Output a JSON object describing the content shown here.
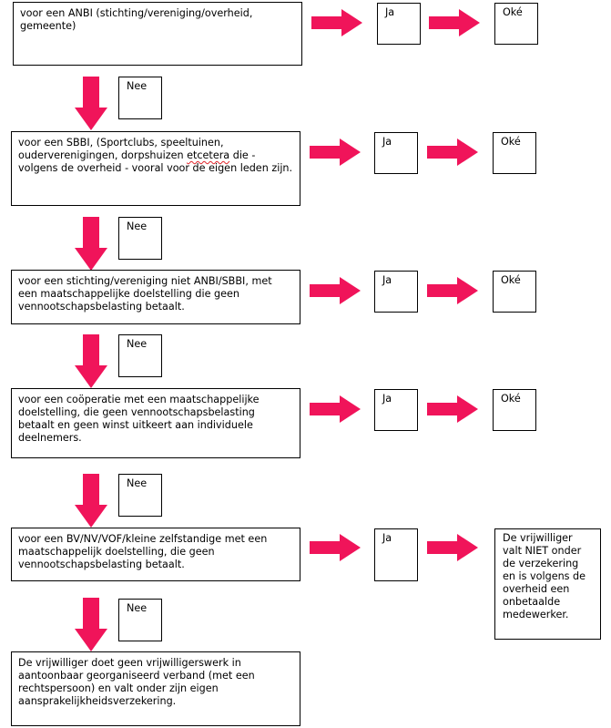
{
  "steps": [
    {
      "question_parts": [
        {
          "t": "voor een ANBI (stichting/vereniging/overheid, gemeente)"
        }
      ],
      "yes_label": "Ja",
      "result": "Oké",
      "no_label": "Nee"
    },
    {
      "question_parts": [
        {
          "t": "voor een SBBI, (Sportclubs, speeltuinen, ouderverenigingen, dorpshuizen "
        },
        {
          "t": "etcetera",
          "spell": true
        },
        {
          "t": " die - volgens de overheid - vooral voor de eigen leden zijn."
        }
      ],
      "yes_label": "Ja",
      "result": "Oké",
      "no_label": "Nee"
    },
    {
      "question_parts": [
        {
          "t": "voor een stichting/vereniging niet ANBI/SBBI, met een maatschappelijke doelstelling die geen vennootschapsbelasting betaalt."
        }
      ],
      "yes_label": "Ja",
      "result": "Oké",
      "no_label": "Nee"
    },
    {
      "question_parts": [
        {
          "t": "voor een coöperatie met een maatschappelijke doelstelling, die geen vennootschapsbelasting betaalt en geen winst uitkeert aan individuele deelnemers."
        }
      ],
      "yes_label": "Ja",
      "result": "Oké",
      "no_label": "Nee"
    },
    {
      "question_parts": [
        {
          "t": "voor een BV/NV/VOF/kleine zelfstandige met een maatschappelijk doelstelling, die geen vennootschapsbelasting betaalt."
        }
      ],
      "yes_label": "Ja",
      "result": "De vrijwilliger valt NIET onder de verzekering en is volgens de overheid een onbetaalde medewerker.",
      "no_label": "Nee"
    }
  ],
  "final": "De vrijwilliger doet geen vrijwilligerswerk in aantoonbaar georganiseerd verband (met een rechtspersoon) en valt onder zijn eigen aansprakelijkheidsverzekering.",
  "colors": {
    "arrow": "#f0145a",
    "border": "#000000",
    "spellcheck": "#e0242a"
  }
}
